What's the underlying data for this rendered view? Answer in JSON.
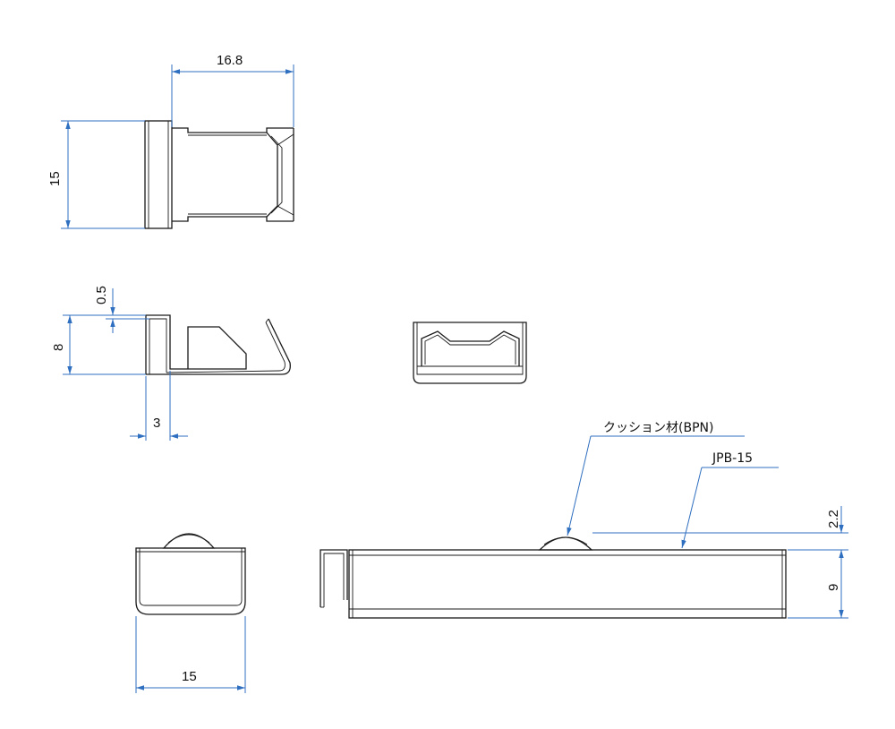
{
  "colors": {
    "dimension": "#2f6fc0",
    "outline": "#1a1a1a",
    "background": "#ffffff"
  },
  "dimensions": {
    "top_width": "16.8",
    "top_height": "15",
    "side_thickness": "0.5",
    "side_height": "8",
    "side_width": "3",
    "front_width": "15",
    "long_cushion_height": "2.2",
    "long_height": "9"
  },
  "callouts": {
    "cushion": "クッション材(BPN)",
    "model": "JPB-15"
  }
}
